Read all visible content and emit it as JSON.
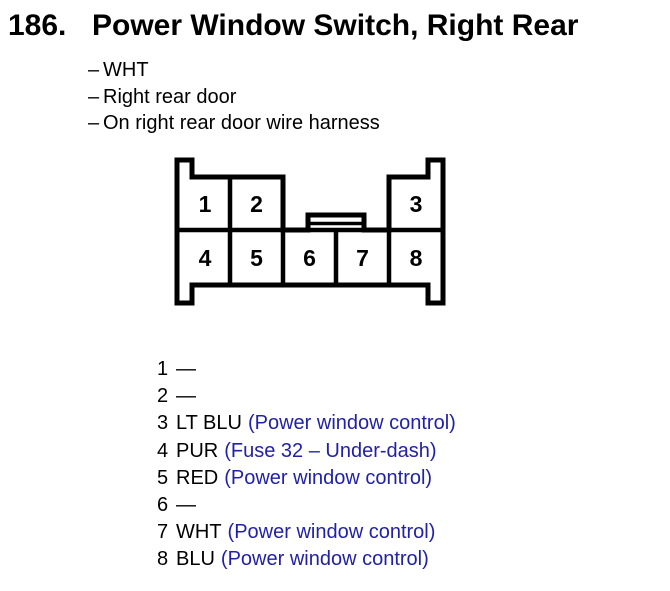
{
  "colors": {
    "background": "#ffffff",
    "text": "#000000",
    "diagram_line": "#000000",
    "function_blue": "#2121a8"
  },
  "title": {
    "number": "186.",
    "text": "Power Window Switch, Right Rear"
  },
  "bullet_dash": "–",
  "details": [
    "WHT",
    "Right rear door",
    "On right rear door wire harness"
  ],
  "pins": [
    {
      "number": "1",
      "wire": "—",
      "function": ""
    },
    {
      "number": "2",
      "wire": "—",
      "function": ""
    },
    {
      "number": "3",
      "wire": "LT BLU",
      "function": "(Power window control)"
    },
    {
      "number": "4",
      "wire": "PUR",
      "function": "(Fuse 32 – Under-dash)"
    },
    {
      "number": "5",
      "wire": "RED",
      "function": "(Power window control)"
    },
    {
      "number": "6",
      "wire": "—",
      "function": ""
    },
    {
      "number": "7",
      "wire": "WHT",
      "function": "(Power window control)"
    },
    {
      "number": "8",
      "wire": "BLU",
      "function": "(Power window control)"
    }
  ]
}
